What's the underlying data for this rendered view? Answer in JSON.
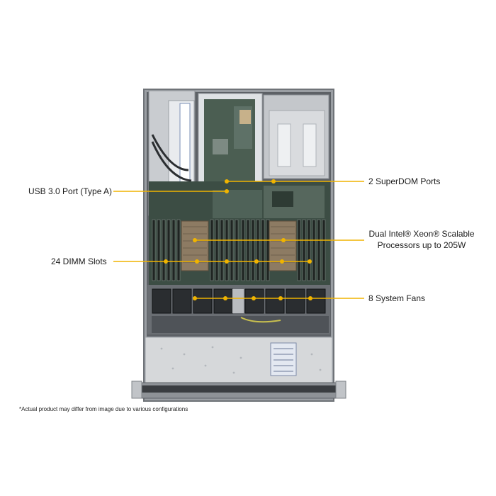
{
  "callouts": {
    "usb": "USB 3.0 Port (Type A)",
    "dimm": "24 DIMM Slots",
    "superdom": "2 SuperDOM Ports",
    "cpu_line1": "Dual Intel® Xeon® Scalable",
    "cpu_line2": "Processors up to 205W",
    "fans": "8 System Fans"
  },
  "footnote": "*Actual product may differ from image due to various configurations",
  "colors": {
    "callout_line": "#f0b400",
    "chassis": "#9a9ea3",
    "board": "#3c4d44",
    "fan": "#2a2d30",
    "front_panel": "#d6d8da"
  }
}
